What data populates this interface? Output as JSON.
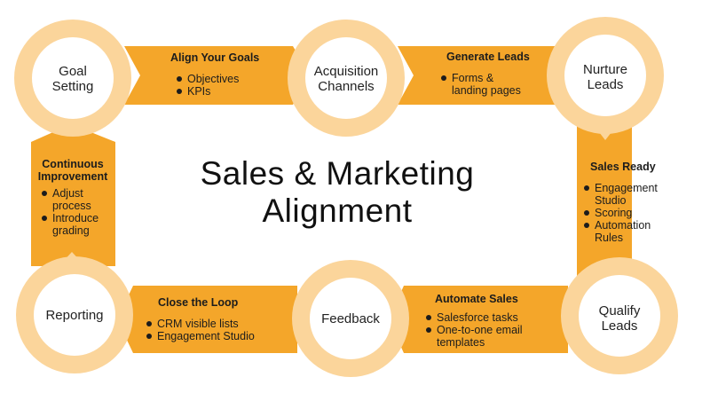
{
  "title_lines": [
    "Sales & Marketing",
    "Alignment"
  ],
  "colors": {
    "orange": "#F4A62A",
    "ring": "#FBD59B",
    "text": "#1c1c1c"
  },
  "nodes": {
    "goal_setting": {
      "lines": [
        "Goal",
        "Setting"
      ]
    },
    "acquisition_channels": {
      "lines": [
        "Acquisition",
        "Channels"
      ]
    },
    "nurture_leads": {
      "lines": [
        "Nurture",
        "Leads"
      ]
    },
    "qualify_leads": {
      "lines": [
        "Qualify",
        "Leads"
      ]
    },
    "feedback": {
      "lines": [
        "Feedback"
      ]
    },
    "reporting": {
      "lines": [
        "Reporting"
      ]
    }
  },
  "steps": {
    "align_goals": {
      "title": "Align Your Goals",
      "items": [
        "Objectives",
        "KPIs"
      ]
    },
    "generate_leads": {
      "title": "Generate Leads",
      "items": [
        [
          "Forms &",
          "landing pages"
        ]
      ]
    },
    "sales_ready": {
      "title": "Sales Ready",
      "items": [
        [
          "Engagement",
          "Studio"
        ],
        "Scoring",
        [
          "Automation",
          "Rules"
        ]
      ]
    },
    "automate_sales": {
      "title": "Automate Sales",
      "items": [
        "Salesforce tasks",
        [
          "One-to-one email",
          "templates"
        ]
      ]
    },
    "close_loop": {
      "title": "Close the Loop",
      "items": [
        "CRM visible lists",
        "Engagement Studio"
      ]
    },
    "continuous_improvement": {
      "title_lines": [
        "Continuous",
        "Improvement"
      ],
      "items": [
        [
          "Adjust",
          "process"
        ],
        [
          "Introduce",
          "grading"
        ]
      ]
    }
  }
}
